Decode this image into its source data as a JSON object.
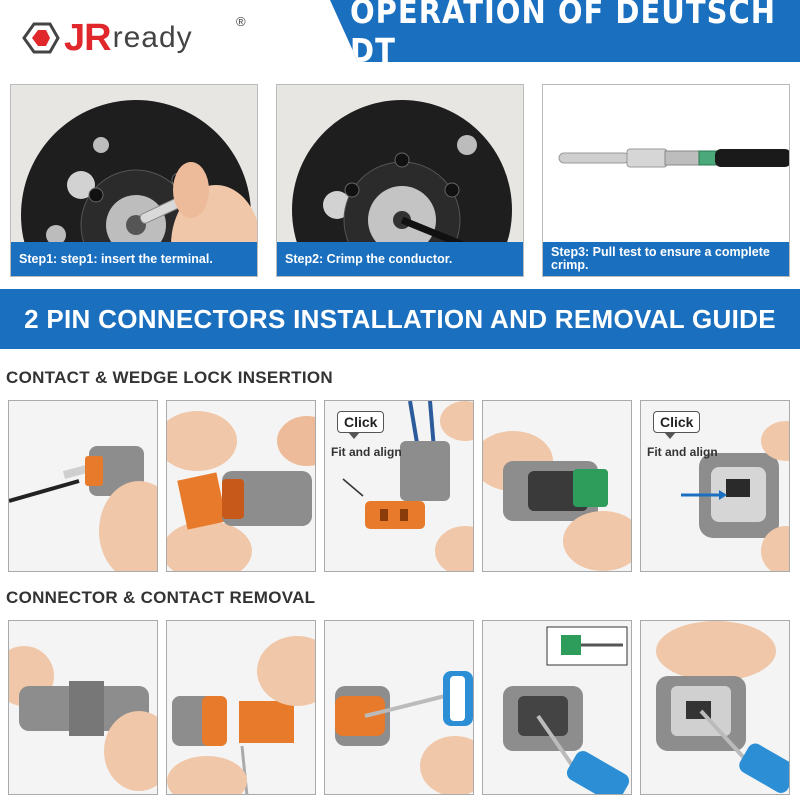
{
  "brand": {
    "prefix": "JR",
    "suffix": "ready",
    "registered": "®"
  },
  "header": {
    "title": "OPERATION OF DEUTSCH DT"
  },
  "steps": [
    {
      "caption": "Step1: step1: insert the terminal."
    },
    {
      "caption": "Step2: Crimp the conductor."
    },
    {
      "caption": "Step3: Pull test to ensure a complete crimp."
    }
  ],
  "guide": {
    "title": "2 PIN CONNECTORS INSTALLATION AND REMOVAL GUIDE"
  },
  "insertion": {
    "heading": "CONTACT & WEDGE LOCK INSERTION",
    "tile3": {
      "bubble": "Click",
      "note": "Fit and align"
    },
    "tile5": {
      "bubble": "Click",
      "note": "Fit and align"
    }
  },
  "removal": {
    "heading": "CONNECTOR & CONTACT REMOVAL"
  },
  "colors": {
    "blue": "#1a6fbf",
    "red": "#e0282c",
    "gray": "#8d8d8d",
    "orange": "#e87a2b",
    "green": "#2e9c5a"
  }
}
